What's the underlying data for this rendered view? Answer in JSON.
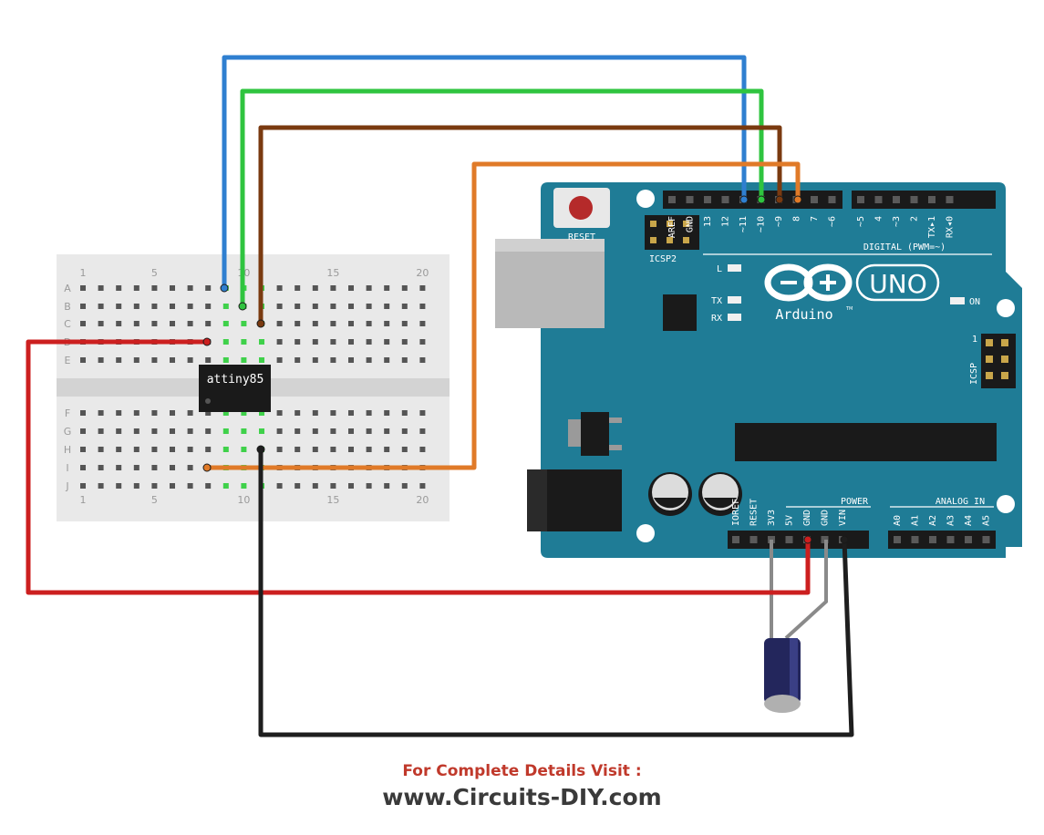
{
  "breadboard": {
    "row_labels_top": [
      "A",
      "B",
      "C",
      "D",
      "E"
    ],
    "row_labels_bottom": [
      "F",
      "G",
      "H",
      "I",
      "J"
    ],
    "column_numbers": [
      "1",
      "5",
      "10",
      "15",
      "20"
    ]
  },
  "chip": {
    "label": "attiny85"
  },
  "arduino": {
    "reset_label": "RESET",
    "icsp2_label": "ICSP2",
    "icsp_label": "ICSP",
    "icsp_pin1": "1",
    "digital_header_label": "DIGITAL (PWM=~)",
    "digital_pins": [
      "AREF",
      "GND",
      "13",
      "12",
      "~11",
      "~10",
      "~9",
      "8",
      "7",
      "~6",
      "~5",
      "4",
      "~3",
      "2",
      "TX▸1",
      "RX◂0"
    ],
    "led_l": "L",
    "led_tx": "TX",
    "led_rx": "RX",
    "on_label": "ON",
    "uno_label": "UNO",
    "brand_label": "Arduino",
    "tm": "TM",
    "power_header_label": "POWER",
    "analog_header_label": "ANALOG IN",
    "power_pins": [
      "IOREF",
      "RESET",
      "3V3",
      "5V",
      "GND",
      "GND",
      "VIN"
    ],
    "analog_pins": [
      "A0",
      "A1",
      "A2",
      "A3",
      "A4",
      "A5"
    ]
  },
  "wires": [
    {
      "name": "blue-wire",
      "color": "#2f7fd0"
    },
    {
      "name": "green-wire",
      "color": "#2fc43f"
    },
    {
      "name": "brown-wire",
      "color": "#7a3a10"
    },
    {
      "name": "orange-wire",
      "color": "#e07a28"
    },
    {
      "name": "red-wire",
      "color": "#cc1f1f"
    },
    {
      "name": "black-wire",
      "color": "#1e1e1e"
    }
  ],
  "colors": {
    "board": "#1f7c96",
    "breadboard": "#e9e9e9",
    "accent_text": "#c0392b"
  },
  "footer": {
    "visit": "For Complete Details Visit :",
    "site": "www.Circuits-DIY.com"
  }
}
